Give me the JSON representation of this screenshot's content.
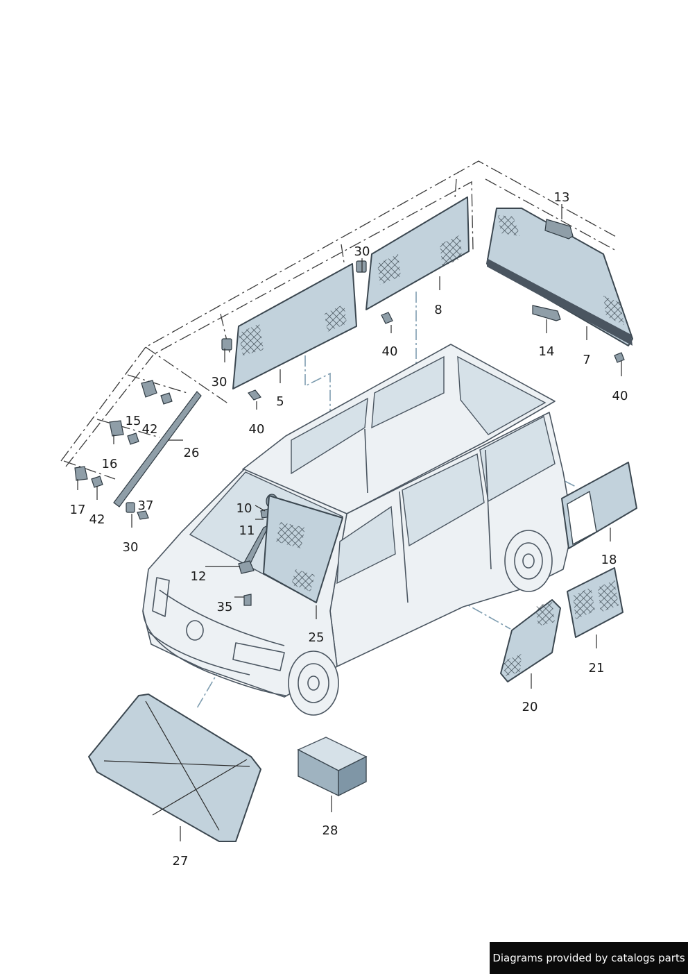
{
  "callouts": [
    "13",
    "30",
    "8",
    "7",
    "14",
    "40",
    "5",
    "15",
    "42",
    "26",
    "16",
    "17",
    "37",
    "10",
    "11",
    "12",
    "35",
    "25",
    "18",
    "21",
    "20",
    "27",
    "28"
  ],
  "credit": "Diagrams provided by catalogs parts",
  "colors": {
    "glass": "#c2d2dc",
    "outline": "#3b4750",
    "body": "#edf1f4",
    "credit_bg": "#0a0a0a"
  }
}
